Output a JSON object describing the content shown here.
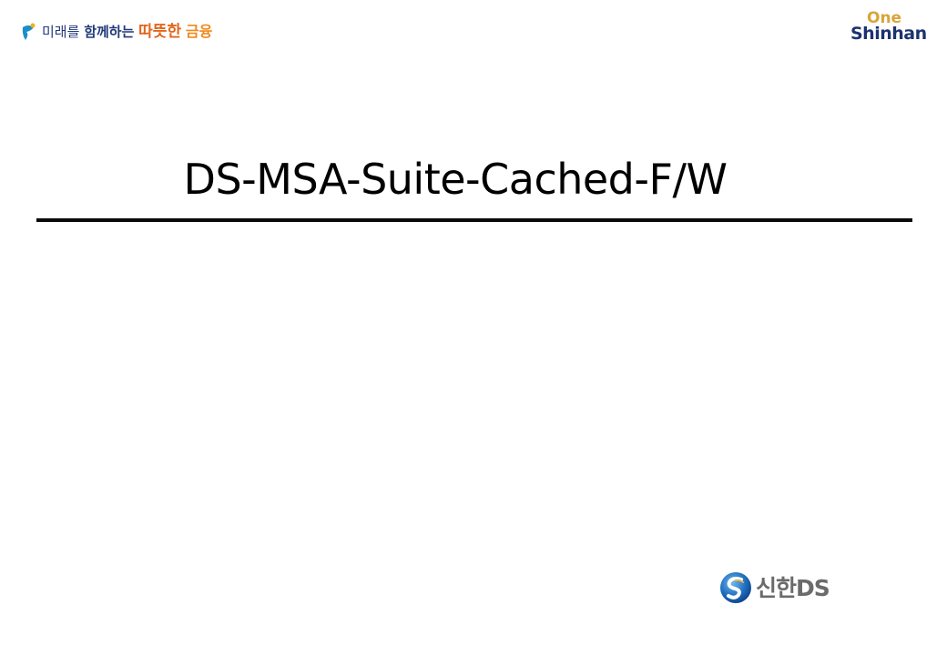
{
  "header": {
    "slogan": {
      "part1": "미래를",
      "part2": "함께하는",
      "part3": "따뜻한",
      "part4": "금융"
    },
    "brand": {
      "one": "One",
      "shinhan": "Shinhan"
    }
  },
  "slide": {
    "title": "DS-MSA-Suite-Cached-F/W"
  },
  "footer": {
    "logo_text": "신한DS",
    "logo_icon": "shinhan-s-icon"
  },
  "colors": {
    "navy": "#1c3270",
    "gold": "#d9a43a",
    "orange": "#e0661c",
    "gray": "#6b6b6b"
  }
}
